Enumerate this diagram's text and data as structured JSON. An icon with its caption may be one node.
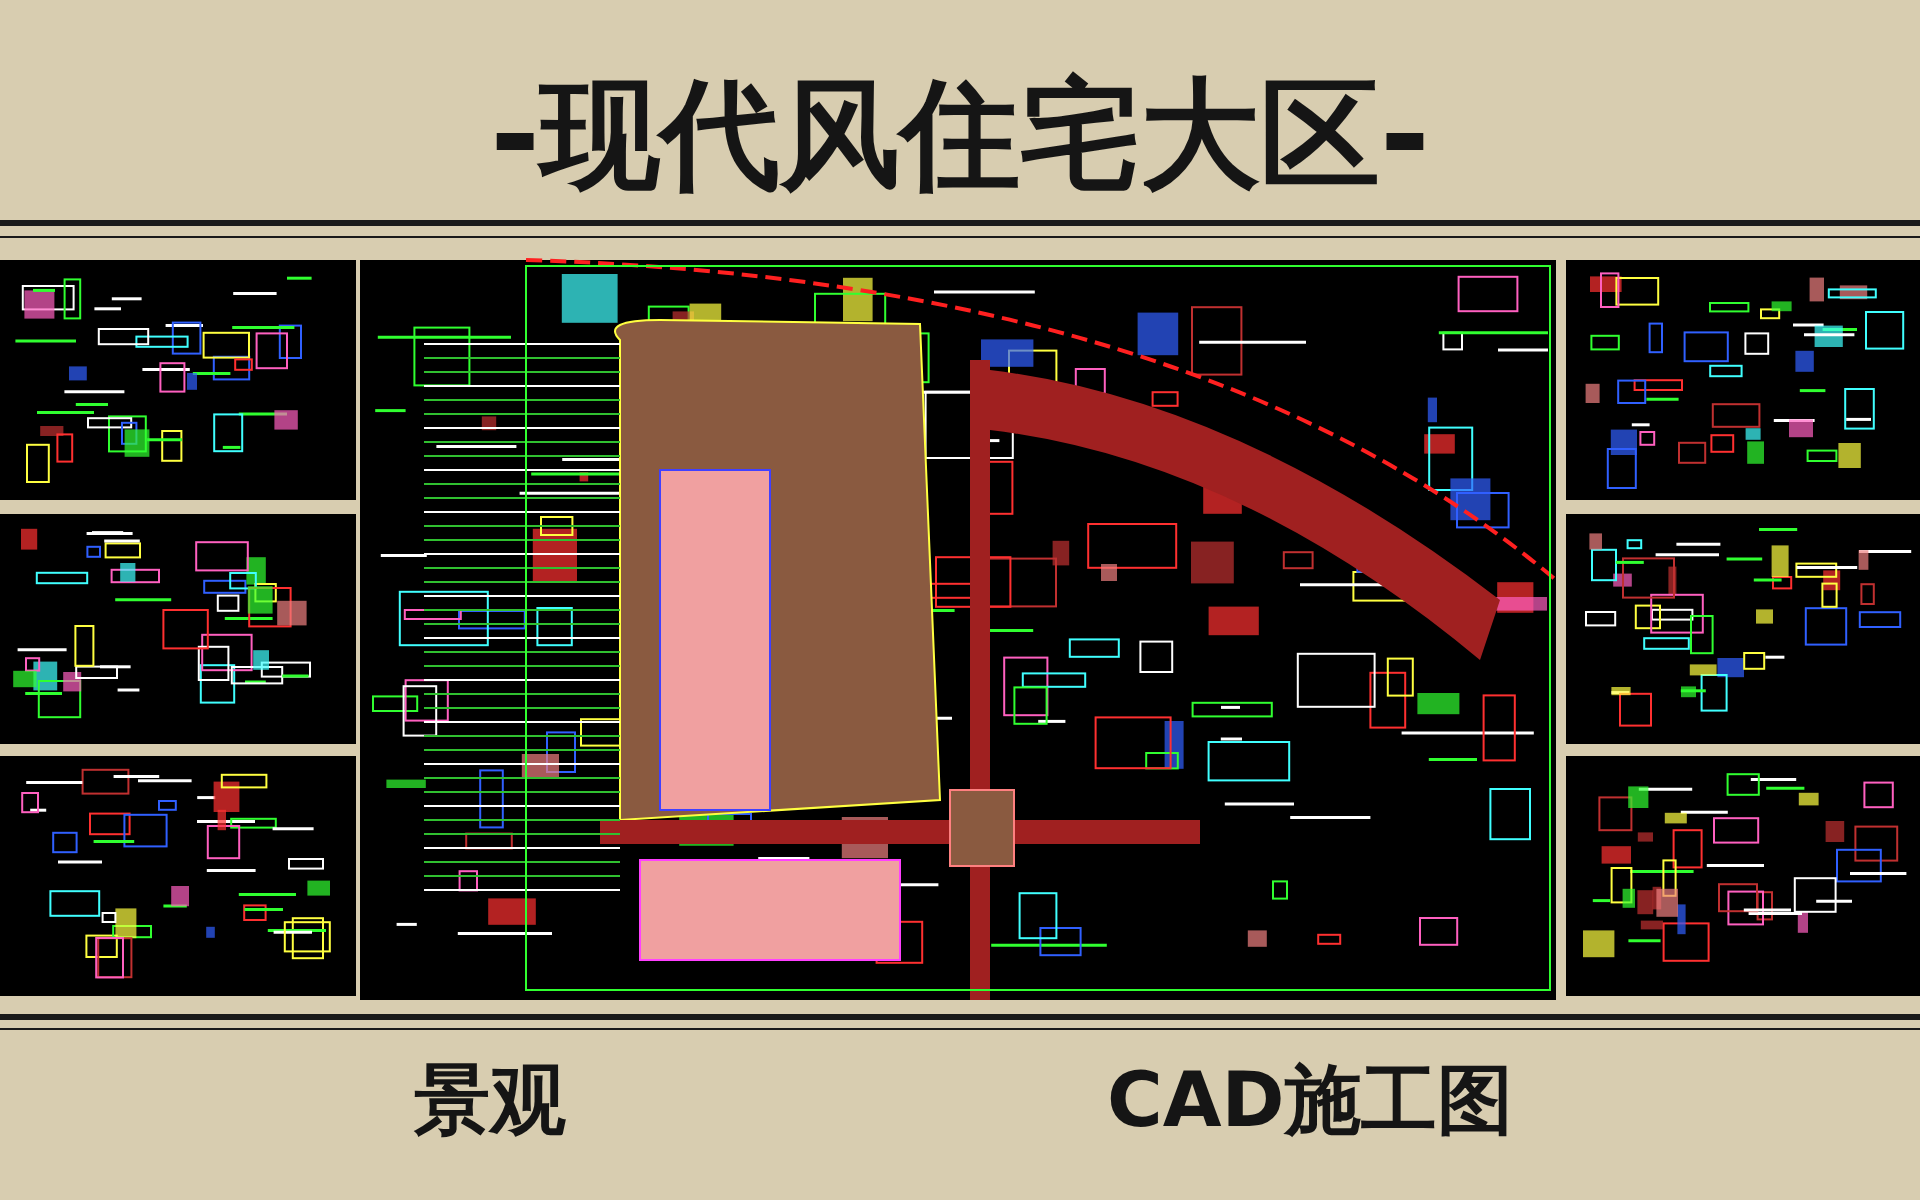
{
  "diagram": {
    "title": "-现代风住宅大区-",
    "labels": [
      "景观",
      "CAD施工图"
    ]
  }
}
